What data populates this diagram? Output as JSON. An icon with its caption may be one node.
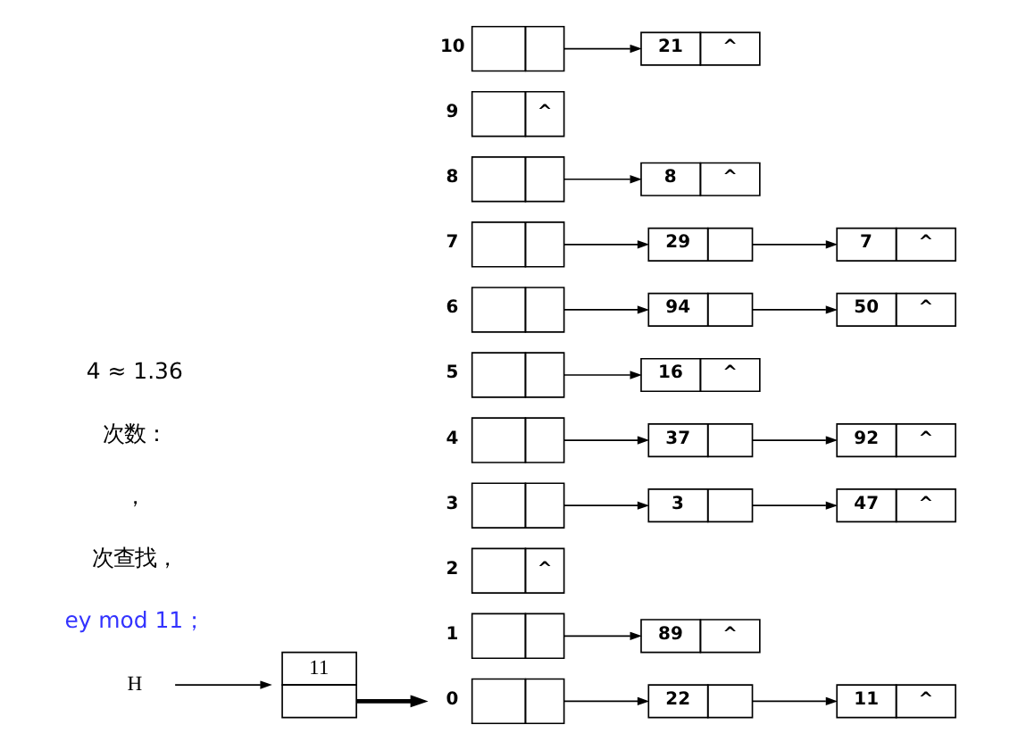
{
  "diagram": {
    "nodes": [
      {
        "text": [
          "H"
        ]
      },
      {
        "text": [
          "11"
        ]
      },
      {
        "text": [],
        "shape": "box",
        "beside": [
          "0"
        ]
      },
      {
        "text": [],
        "shape": "box",
        "beside": [
          "1"
        ]
      },
      {
        "text": [
          "^"
        ],
        "beside": [
          "2"
        ]
      },
      {
        "text": [],
        "shape": "box",
        "beside": [
          "3"
        ]
      },
      {
        "text": [],
        "shape": "box",
        "beside": [
          "4"
        ]
      },
      {
        "text": [],
        "shape": "box",
        "beside": [
          "5"
        ]
      },
      {
        "text": [],
        "shape": "box",
        "beside": [
          "6"
        ]
      },
      {
        "text": [],
        "shape": "box",
        "beside": [
          "7"
        ]
      },
      {
        "text": [],
        "shape": "box",
        "beside": [
          "8"
        ]
      },
      {
        "text": [
          "^"
        ],
        "beside": [
          "9"
        ]
      },
      {
        "text": [],
        "shape": "box",
        "beside": [
          "10"
        ]
      },
      {
        "text": [
          "22"
        ]
      },
      {
        "text": [
          "11",
          "^"
        ]
      },
      {
        "text": [
          "89",
          "^"
        ]
      },
      {
        "text": [
          "3"
        ]
      },
      {
        "text": [
          "47",
          "^"
        ]
      },
      {
        "text": [
          "37"
        ]
      },
      {
        "text": [
          "92",
          "^"
        ]
      },
      {
        "text": [
          "16",
          "^"
        ]
      },
      {
        "text": [
          "94"
        ]
      },
      {
        "text": [
          "50",
          "^"
        ]
      },
      {
        "text": [
          "29"
        ]
      },
      {
        "text": [
          "7",
          "^"
        ]
      },
      {
        "text": [
          "8",
          "^"
        ]
      },
      {
        "text": [
          "21",
          "^"
        ]
      }
    ],
    "edges": [
      {
        "from": 0,
        "to": 1,
        "arrow": "to"
      },
      {
        "from": 1,
        "to": 2,
        "arrow": "to",
        "style": "thick"
      },
      {
        "from": 2,
        "to": 13,
        "arrow": "to"
      },
      {
        "from": 13,
        "to": 14,
        "arrow": "to"
      },
      {
        "from": 3,
        "to": 15,
        "arrow": "to"
      },
      {
        "from": 5,
        "to": 16,
        "arrow": "to"
      },
      {
        "from": 16,
        "to": 17,
        "arrow": "to"
      },
      {
        "from": 6,
        "to": 18,
        "arrow": "to"
      },
      {
        "from": 18,
        "to": 19,
        "arrow": "to"
      },
      {
        "from": 7,
        "to": 20,
        "arrow": "to"
      },
      {
        "from": 8,
        "to": 21,
        "arrow": "to"
      },
      {
        "from": 21,
        "to": 22,
        "arrow": "to"
      },
      {
        "from": 9,
        "to": 23,
        "arrow": "to"
      },
      {
        "from": 23,
        "to": 24,
        "arrow": "to"
      },
      {
        "from": 10,
        "to": 25,
        "arrow": "to"
      },
      {
        "from": 12,
        "to": 26,
        "arrow": "to"
      }
    ],
    "labels": [
      "ey mod 11；",
      "次查找，",
      "，",
      "次数：",
      "4 ≈ 1.36"
    ]
  }
}
